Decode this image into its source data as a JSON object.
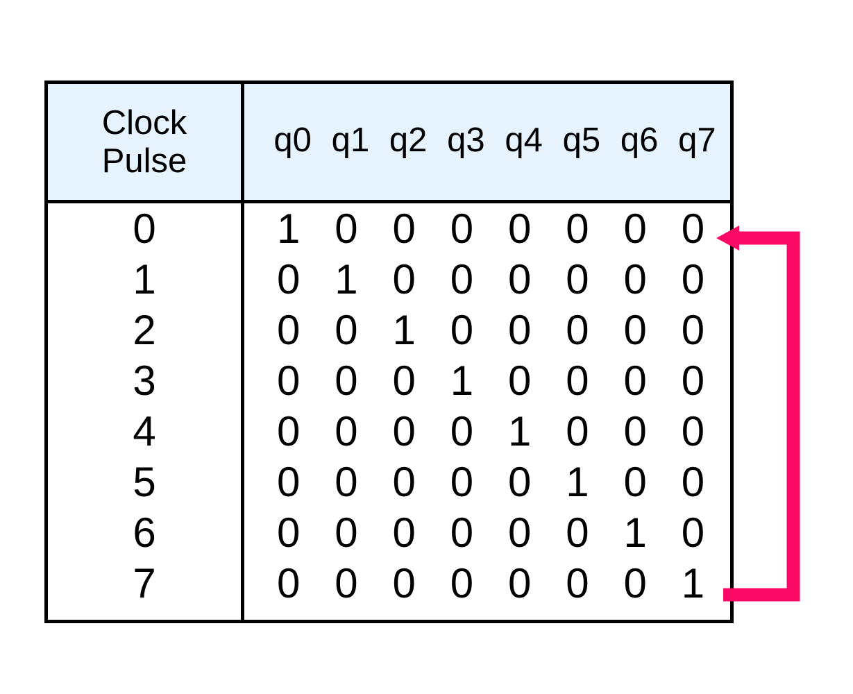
{
  "figure": {
    "kind": "ring-counter-state-table",
    "colors": {
      "header_background": "#e6f2fc",
      "border": "#000000",
      "text": "#000000",
      "feedback_arrow": "#fa0a64",
      "page_background": "#ffffff"
    }
  },
  "table": {
    "headers": {
      "clock_pulse": {
        "line1": "Clock",
        "line2": "Pulse"
      },
      "state_bits": [
        "q0",
        "q1",
        "q2",
        "q3",
        "q4",
        "q5",
        "q6",
        "q7"
      ]
    },
    "rows": [
      {
        "pulse": "0",
        "bits": [
          "1",
          "0",
          "0",
          "0",
          "0",
          "0",
          "0",
          "0"
        ]
      },
      {
        "pulse": "1",
        "bits": [
          "0",
          "1",
          "0",
          "0",
          "0",
          "0",
          "0",
          "0"
        ]
      },
      {
        "pulse": "2",
        "bits": [
          "0",
          "0",
          "1",
          "0",
          "0",
          "0",
          "0",
          "0"
        ]
      },
      {
        "pulse": "3",
        "bits": [
          "0",
          "0",
          "0",
          "1",
          "0",
          "0",
          "0",
          "0"
        ]
      },
      {
        "pulse": "4",
        "bits": [
          "0",
          "0",
          "0",
          "0",
          "1",
          "0",
          "0",
          "0"
        ]
      },
      {
        "pulse": "5",
        "bits": [
          "0",
          "0",
          "0",
          "0",
          "0",
          "1",
          "0",
          "0"
        ]
      },
      {
        "pulse": "6",
        "bits": [
          "0",
          "0",
          "0",
          "0",
          "0",
          "0",
          "1",
          "0"
        ]
      },
      {
        "pulse": "7",
        "bits": [
          "0",
          "0",
          "0",
          "0",
          "0",
          "0",
          "0",
          "1"
        ]
      }
    ]
  },
  "annotation": {
    "feedback_loop": {
      "icon": "wrap-around-arrow-icon",
      "from_row_pulse": "7",
      "to_row_pulse": "0",
      "direction": "left",
      "color": "#fa0a64"
    }
  }
}
